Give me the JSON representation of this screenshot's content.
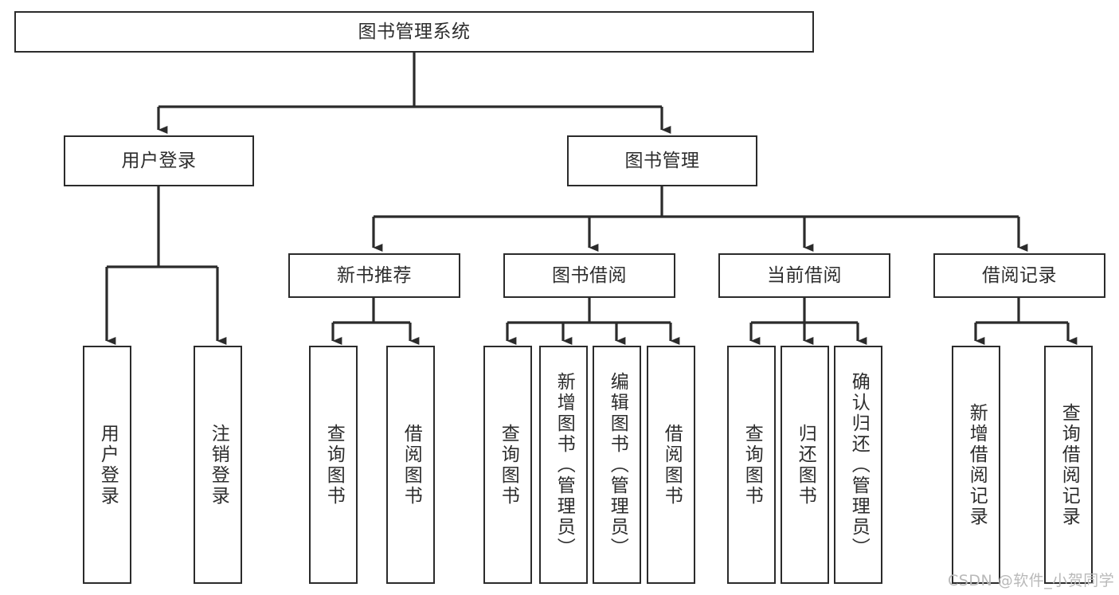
{
  "diagram": {
    "title": "图书管理系统",
    "type": "hierarchy-tree",
    "watermark": "CSDN @软件_小贺同学",
    "colors": {
      "stroke": "#2b2b2b",
      "fill": "#ffffff",
      "text": "#2d2d2d",
      "background": "#ffffff",
      "watermark": "#b9b9b9"
    },
    "nodes": {
      "root": {
        "label": "图书管理系统",
        "orientation": "horizontal"
      },
      "level1": [
        {
          "id": "user-login",
          "label": "用户登录",
          "orientation": "horizontal"
        },
        {
          "id": "book-manage",
          "label": "图书管理",
          "orientation": "horizontal"
        }
      ],
      "level2": [
        {
          "id": "new-book-recommend",
          "label": "新书推荐",
          "orientation": "horizontal"
        },
        {
          "id": "book-borrow",
          "label": "图书借阅",
          "orientation": "horizontal"
        },
        {
          "id": "current-borrow",
          "label": "当前借阅",
          "orientation": "horizontal"
        },
        {
          "id": "borrow-record",
          "label": "借阅记录",
          "orientation": "horizontal"
        }
      ],
      "leaves": [
        {
          "id": "leaf-user-login",
          "label": "用户登录",
          "parent": "user-login"
        },
        {
          "id": "leaf-logout",
          "label": "注销登录",
          "parent": "user-login"
        },
        {
          "id": "leaf-query-book-1",
          "label": "查询图书",
          "parent": "new-book-recommend"
        },
        {
          "id": "leaf-borrow-book-1",
          "label": "借阅图书",
          "parent": "new-book-recommend"
        },
        {
          "id": "leaf-query-book-2",
          "label": "查询图书",
          "parent": "book-borrow"
        },
        {
          "id": "leaf-add-book",
          "label": "新增图书（管理员）",
          "parent": "book-borrow"
        },
        {
          "id": "leaf-edit-book",
          "label": "编辑图书（管理员）",
          "parent": "book-borrow"
        },
        {
          "id": "leaf-borrow-book-2",
          "label": "借阅图书",
          "parent": "book-borrow"
        },
        {
          "id": "leaf-query-book-3",
          "label": "查询图书",
          "parent": "current-borrow"
        },
        {
          "id": "leaf-return-book",
          "label": "归还图书",
          "parent": "current-borrow"
        },
        {
          "id": "leaf-confirm-return",
          "label": "确认归还（管理员）",
          "parent": "current-borrow"
        },
        {
          "id": "leaf-add-record",
          "label": "新增借阅记录",
          "parent": "borrow-record"
        },
        {
          "id": "leaf-query-record",
          "label": "查询借阅记录",
          "parent": "borrow-record"
        }
      ]
    }
  }
}
